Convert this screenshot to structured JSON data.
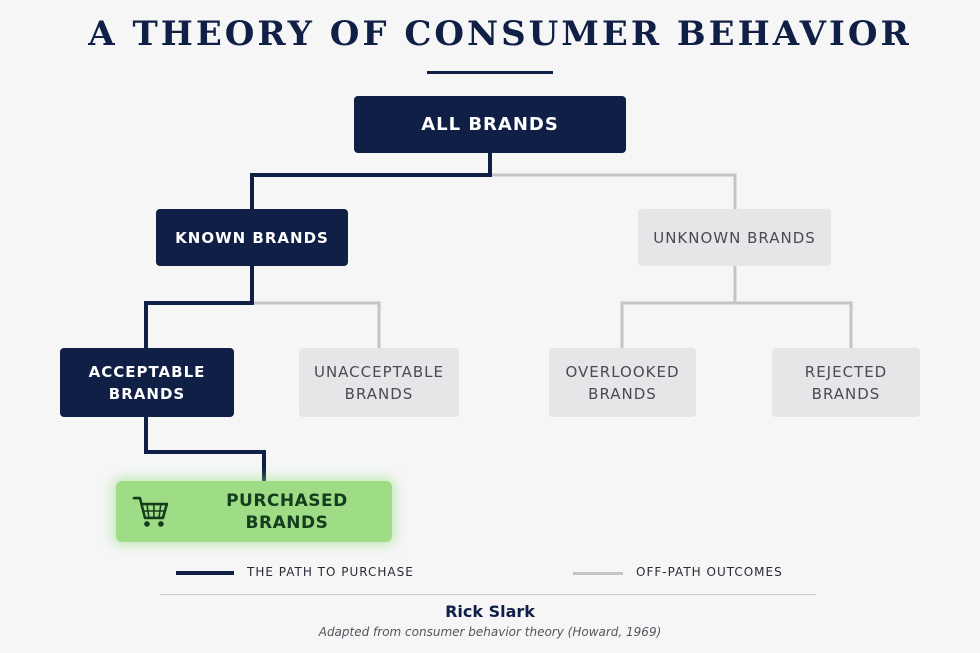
{
  "title": "A THEORY OF CONSUMER BEHAVIOR",
  "nodes": {
    "all_brands": "ALL BRANDS",
    "known_brands": "KNOWN BRANDS",
    "unknown_brands": "UNKNOWN BRANDS",
    "acceptable_brands": "ACCEPTABLE\nBRANDS",
    "unacceptable_brands": "UNACCEPTABLE\nBRANDS",
    "overlooked_brands": "OVERLOOKED\nBRANDS",
    "rejected_brands": "REJECTED\nBRANDS",
    "purchased_brands": "PURCHASED BRANDS"
  },
  "icons": {
    "purchase": "shopping-cart-icon"
  },
  "legend": {
    "path": "THE PATH TO PURCHASE",
    "off_path": "OFF-PATH OUTCOMES"
  },
  "colors": {
    "path": "#0f1f45",
    "off_path": "#c4c4c8",
    "purchase": "#9fdc86"
  },
  "footer": {
    "author": "Rick Slark",
    "citation": "Adapted from consumer behavior theory (Howard, 1969)"
  }
}
